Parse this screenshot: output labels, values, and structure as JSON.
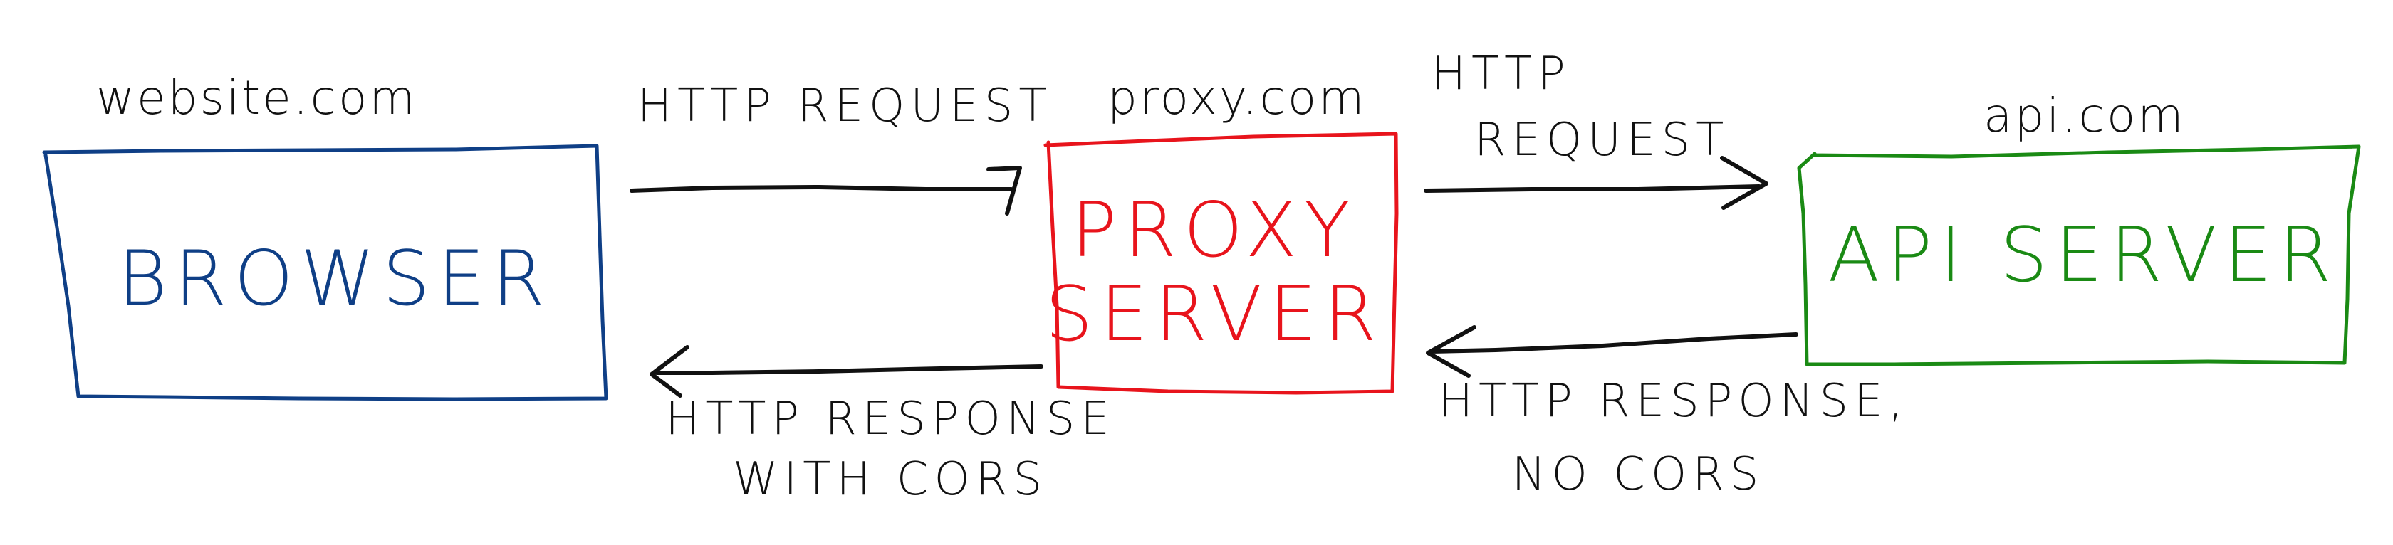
{
  "colors": {
    "browser": "#0f3f86",
    "proxy": "#e8141c",
    "api": "#1a8a14",
    "arrows": "#111111"
  },
  "browser": {
    "domain": "website.com",
    "label": "BROWSER"
  },
  "proxy": {
    "domain": "proxy.com",
    "label_line1": "PROXY",
    "label_line2": "SERVER"
  },
  "api": {
    "domain": "api.com",
    "label": "API SERVER"
  },
  "arrows": {
    "browser_to_proxy": {
      "label": "HTTP REQUEST"
    },
    "proxy_to_browser": {
      "label_line1": "HTTP RESPONSE",
      "label_line2": "WITH CORS"
    },
    "proxy_to_api": {
      "label_line1": "HTTP",
      "label_line2": "REQUEST"
    },
    "api_to_proxy": {
      "label_line1": "HTTP RESPONSE,",
      "label_line2": "NO CORS"
    }
  }
}
